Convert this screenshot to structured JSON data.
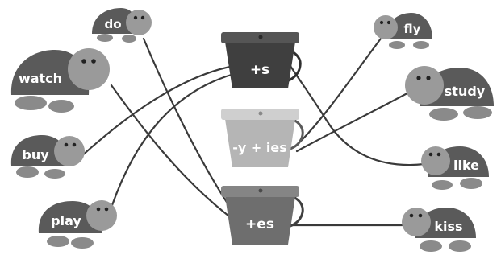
{
  "turtles": {
    "do": "do",
    "watch": "watch",
    "buy": "buy",
    "play": "play",
    "fly": "fly",
    "study": "study",
    "like": "like",
    "kiss": "kiss"
  },
  "buckets": {
    "s": "+s",
    "ies": "-y + ies",
    "es": "+es"
  },
  "colors": {
    "shell": "#5a5a5a",
    "body": "#9a9a9a",
    "flipper": "#8a8a8a",
    "line": "#3a3a3a",
    "bucket_s": "#3f3f3f",
    "bucket_ies": "#b5b5b5",
    "bucket_es": "#6e6e6e"
  }
}
